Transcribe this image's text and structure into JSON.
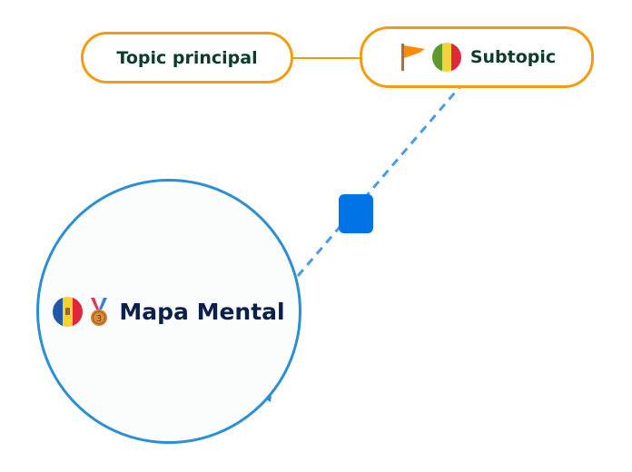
{
  "canvas": {
    "connector_color": "#f39c12",
    "relationship_color": "#4a9ae8",
    "handle_color": "#0073e6"
  },
  "central_topic": {
    "label": "Mapa Mental",
    "icons": [
      "moldova-flag-icon",
      "bronze-medal-icon"
    ],
    "border_color": "#2b8fd3",
    "text_color": "#0a1f4a"
  },
  "topics": [
    {
      "label": "Topic principal",
      "icons": [],
      "border_color": "#f39c12",
      "text_color": "#0d3b2e"
    },
    {
      "label": "Subtopic",
      "icons": [
        "orange-flag-icon",
        "mali-flag-icon"
      ],
      "border_color": "#f39c12",
      "text_color": "#0d3b2e"
    }
  ]
}
